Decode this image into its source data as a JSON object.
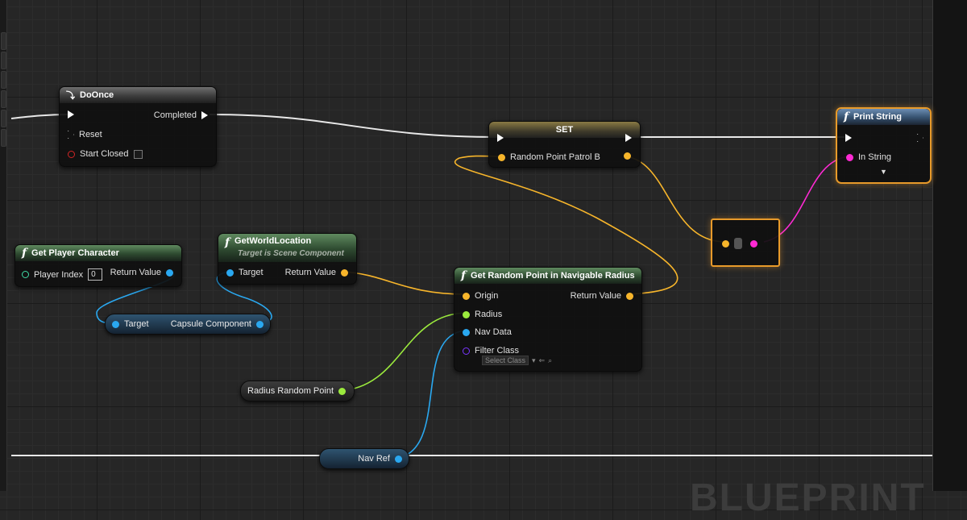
{
  "nodes": {
    "do_once": {
      "title": "DoOnce",
      "out_exec": "Completed",
      "reset": "Reset",
      "start_closed": "Start Closed"
    },
    "set": {
      "title": "SET",
      "var": "Random Point Patrol B"
    },
    "print_string": {
      "title": "Print String",
      "in_string": "In String",
      "expand": "▼"
    },
    "get_player_character": {
      "title": "Get Player Character",
      "player_index": "Player Index",
      "player_index_value": "0",
      "return_value": "Return Value"
    },
    "get_world_location": {
      "title": "GetWorldLocation",
      "subtitle": "Target is Scene Component",
      "target": "Target",
      "return_value": "Return Value"
    },
    "capsule_component": {
      "target": "Target",
      "output": "Capsule Component"
    },
    "get_random_point": {
      "title": "Get Random Point in Navigable Radius",
      "origin": "Origin",
      "radius": "Radius",
      "nav_data": "Nav Data",
      "filter_class": "Filter Class",
      "select_class": "Select Class",
      "return_value": "Return Value"
    },
    "radius_random_point": {
      "label": "Radius Random Point"
    },
    "nav_ref": {
      "label": "Nav Ref"
    }
  },
  "watermark": "BLUEPRINT",
  "colors": {
    "exec": "#ffffff",
    "vector": "#f7b52b",
    "object": "#2aa8f0",
    "float": "#9bea3d",
    "string": "#ff2ad4",
    "selected": "#e89a2a"
  }
}
